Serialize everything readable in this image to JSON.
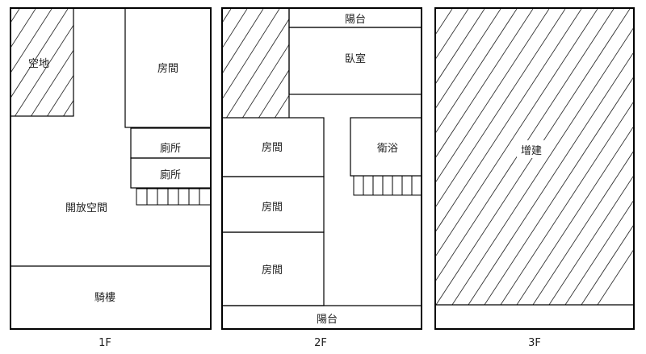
{
  "plans": [
    {
      "floor": "1F",
      "rooms": [
        "空地",
        "房間",
        "廁所",
        "廁所",
        "開放空間",
        "騎樓"
      ]
    },
    {
      "floor": "2F",
      "rooms": [
        "陽台",
        "臥室",
        "房間",
        "衛浴",
        "房間",
        "房間",
        "陽台"
      ]
    },
    {
      "floor": "3F",
      "rooms": [
        "增建"
      ]
    }
  ]
}
